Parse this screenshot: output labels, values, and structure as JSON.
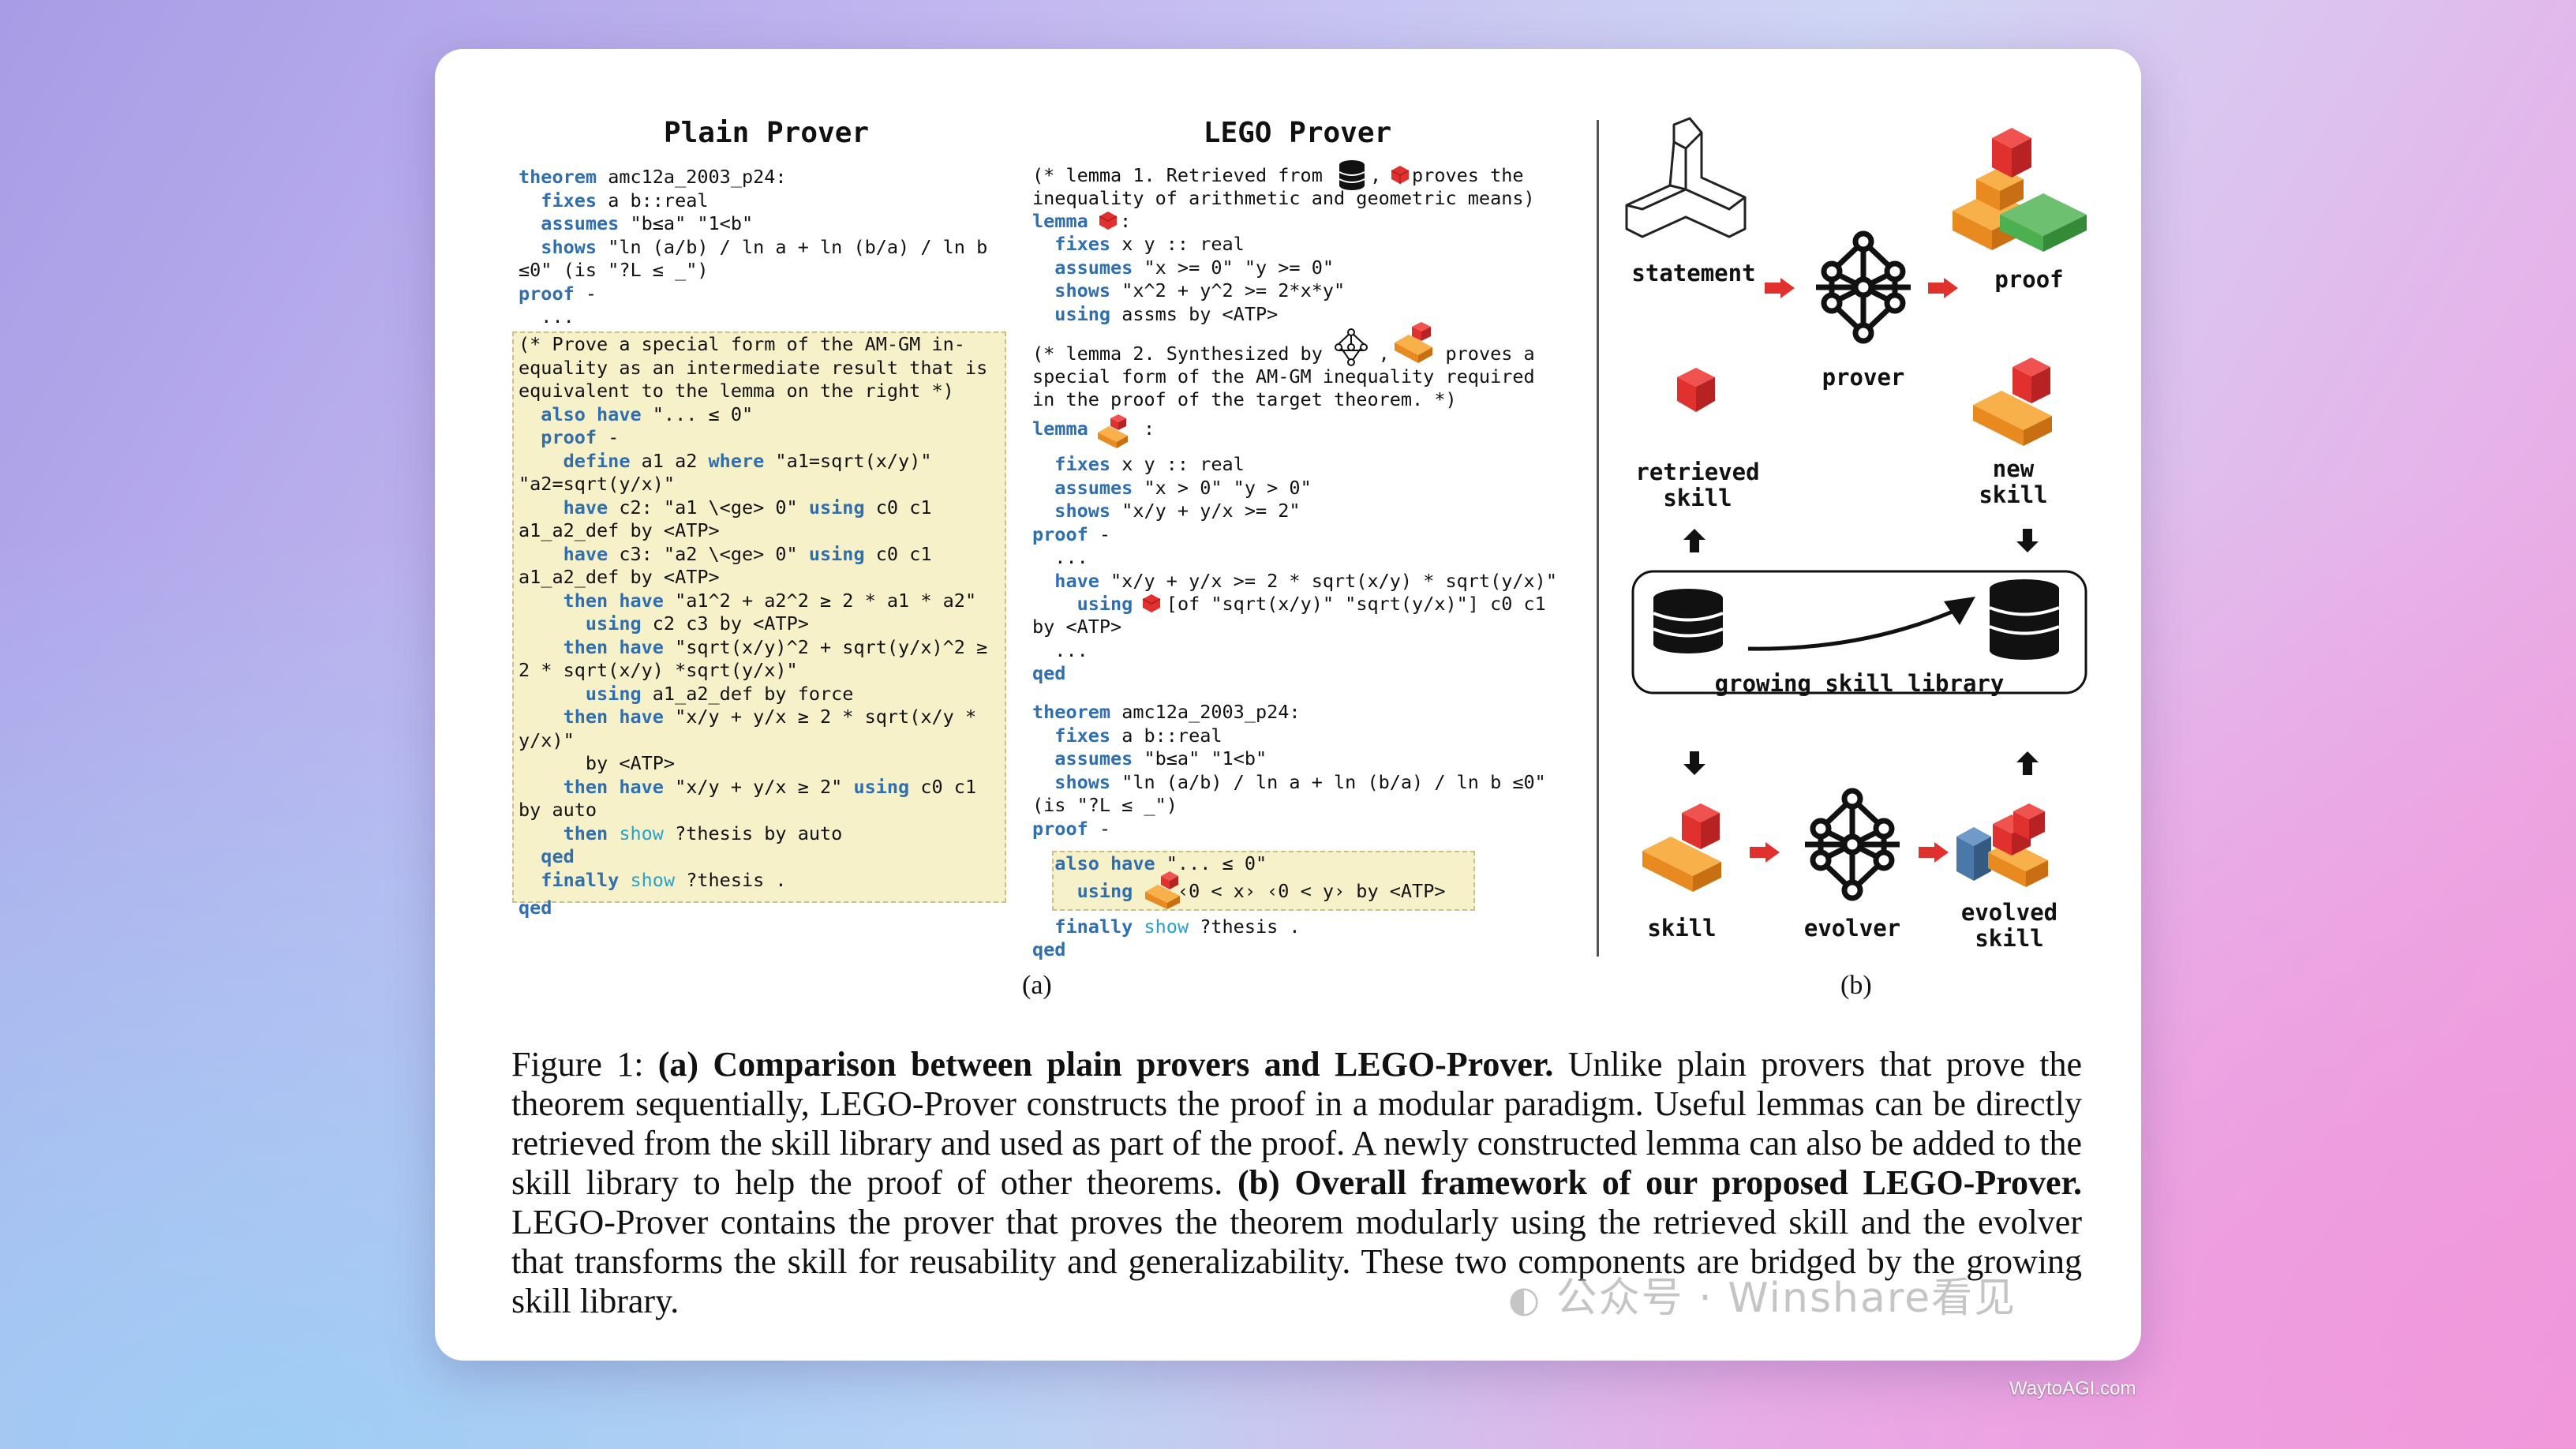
{
  "left_panel": {
    "title": "Plain Prover",
    "lines_before": [
      "<k>theorem</k> amc12a_2003_p24:",
      "  <k>fixes</k> a b::real",
      "  <k>assumes</k> \"b≤a\" \"1<b\"",
      "  <k>shows</k> \"ln (a/b) / ln a + ln (b/a) / ln b",
      "≤0\" (is \"?L ≤ _\")",
      "<k>proof</k> -",
      "  ..."
    ],
    "highlight_lines": [
      "(* Prove a special form of the AM-GM in-",
      "equality as an intermediate result that is",
      "equivalent to the lemma on the right *)",
      "  <k>also have</k> \"... ≤ 0\"",
      "  <k>proof</k> -",
      "    <k>define</k> a1 a2 <k>where</k> \"a1=sqrt(x/y)\"",
      "\"a2=sqrt(y/x)\"",
      "    <k>have</k> c2: \"a1 \\<ge> 0\" <k>using</k> c0 c1",
      "a1_a2_def by <ATP>",
      "    <k>have</k> c3: \"a2 \\<ge> 0\" <k>using</k> c0 c1",
      "a1_a2_def by <ATP>",
      "    <k>then have</k> \"a1^2 + a2^2 ≥ 2 * a1 * a2\"",
      "      <k>using</k> c2 c3 by <ATP>",
      "    <k>then have</k> \"sqrt(x/y)^2 + sqrt(y/x)^2 ≥",
      "2 * sqrt(x/y) *sqrt(y/x)\"",
      "      <k>using</k> a1_a2_def by force",
      "    <k>then have</k> \"x/y + y/x ≥ 2 * sqrt(x/y *",
      "y/x)\"",
      "      by <ATP>",
      "    <k>then have</k> \"x/y + y/x ≥ 2\" <k>using</k> c0 c1",
      "by auto",
      "    <k>then</k> <s>show</s> ?thesis by auto",
      "  <k>qed</k>",
      "  <k>finally</k> <s>show</s> ?thesis ."
    ],
    "lines_after": [
      "<k>qed</k>"
    ]
  },
  "right_panel": {
    "title": "LEGO Prover",
    "lemma1_comment_a": "(* lemma 1. Retrieved from",
    "lemma1_comment_b": "proves the",
    "lemma1_comment_c": "inequality of arithmetic and geometric means)",
    "lemma1_head": "lemma",
    "lemma1_lines": [
      "  <k>fixes</k> x y :: real",
      "  <k>assumes</k> \"x >= 0\" \"y >= 0\"",
      "  <k>shows</k> \"x^2 + y^2 >= 2*x*y\"",
      "  <k>using</k> assms by <ATP>"
    ],
    "lemma2_comment_a": "(* lemma 2. Synthesized by",
    "lemma2_comment_b": "proves a",
    "lemma2_comment_c": "special form of the AM-GM inequality required",
    "lemma2_comment_d": "in the proof of the target theorem. *)",
    "lemma2_head": "lemma",
    "lemma2_lines": [
      "  <k>fixes</k> x y :: real",
      "  <k>assumes</k> \"x > 0\" \"y > 0\"",
      "  <k>shows</k> \"x/y + y/x >= 2\"",
      "<k>proof</k> -",
      "  ...",
      "  <k>have</k> \"x/y + y/x >= 2 * sqrt(x/y) * sqrt(y/x)\""
    ],
    "lemma2_using": "[of \"sqrt(x/y)\" \"sqrt(y/x)\"] c0 c1",
    "lemma2_tail": [
      "by <ATP>",
      "  ...",
      "<k>qed</k>"
    ],
    "theorem_lines": [
      "<k>theorem</k> amc12a_2003_p24:",
      "  <k>fixes</k> a b::real",
      "  <k>assumes</k> \"b≤a\" \"1<b\"",
      "  <k>shows</k> \"ln (a/b) / ln a + ln (b/a) / ln b ≤0\"",
      "(is \"?L ≤ _\")",
      "<k>proof</k> -",
      "  ..."
    ],
    "hl_line1": "  <k>also have</k> \"... ≤ 0\"",
    "hl_line2_a": "    using",
    "hl_line2_b": "‹0 < x› ‹0 < y› by <ATP>",
    "finally_line": "  <k>finally</k> <s>show</s> ?thesis .",
    "qed_line": "<k>qed</k>"
  },
  "framework": {
    "statement": "statement",
    "proof": "proof",
    "prover": "prover",
    "retrieved_skill": [
      "retrieved",
      "skill"
    ],
    "new_skill": [
      "new",
      "skill"
    ],
    "library": "growing skill library",
    "skill": "skill",
    "evolver": "evolver",
    "evolved_skill": [
      "evolved",
      "skill"
    ]
  },
  "sublabels": {
    "a": "(a)",
    "b": "(b)"
  },
  "caption": {
    "lead": "Figure 1: ",
    "bold_a": "(a) Comparison between plain provers and LEGO-Prover.",
    "text_a": " Unlike plain provers that prove the theorem sequentially, LEGO-Prover constructs the proof in a modular paradigm. Useful lemmas can be directly retrieved from the skill library and used as part of the proof. A newly constructed lemma can also be added to the skill library to help the proof of other theorems. ",
    "bold_b": "(b) Overall framework of our proposed LEGO-Prover.",
    "text_b": " LEGO-Prover contains the prover that proves the theorem modularly using the retrieved skill and the evolver that transforms the skill for reusability and generalizability. These two components are bridged by the growing skill library."
  },
  "watermark": "公众号 · Winshare看见",
  "site_mark": "WaytoAGI.com",
  "colors": {
    "keyword": "#2f6fb0",
    "show": "#2aa1c9",
    "highlight": "#f7f1c9",
    "lego_red": "#e0312f",
    "lego_orange": "#f39a2a",
    "lego_green": "#4caf50",
    "lego_blue": "#4a78a8"
  }
}
